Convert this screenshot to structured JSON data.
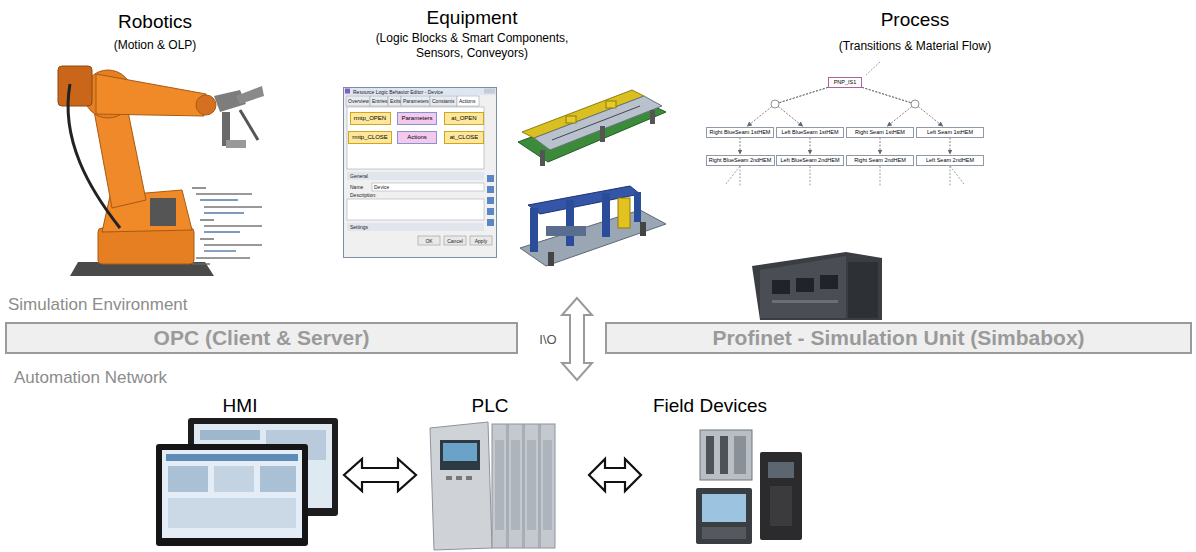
{
  "diagram": {
    "nodes": [
      {
        "text": [
          "Robotics",
          "(Motion & OLP)"
        ]
      },
      {
        "text": [
          "Equipment",
          "(Logic Blocks & Smart Components, Sensors, Conveyors)"
        ]
      },
      {
        "text": [
          "Resource Logic Behavior Editor - Device"
        ],
        "in": 1
      },
      {
        "text": [
          "rmtp_OPEN"
        ],
        "in": 2
      },
      {
        "text": [
          "Parameters"
        ],
        "in": 2
      },
      {
        "text": [
          "at_OPEN"
        ],
        "in": 2
      },
      {
        "text": [
          "rmtp_CLOSE"
        ],
        "in": 2
      },
      {
        "text": [
          "Actions"
        ],
        "in": 2
      },
      {
        "text": [
          "at_CLOSE"
        ],
        "in": 2
      },
      {
        "text": [
          "Process",
          "(Transitions & Material Flow)"
        ]
      },
      {
        "text": [
          "PNP_IS1"
        ],
        "in": 9
      },
      {
        "text": [
          "Right BlueSeam 1stHEM"
        ],
        "in": 9
      },
      {
        "text": [
          "Left BlueSeam 1stHEM"
        ],
        "in": 9
      },
      {
        "text": [
          "Right Seam 1stHEM"
        ],
        "in": 9
      },
      {
        "text": [
          "Left Seam 1stHEM"
        ],
        "in": 9
      },
      {
        "text": [
          "Right BlueSeam 2ndHEM"
        ],
        "in": 9
      },
      {
        "text": [
          "Left BlueSeam 2ndHEM"
        ],
        "in": 9
      },
      {
        "text": [
          "Right Seam 2ndHEM"
        ],
        "in": 9
      },
      {
        "text": [
          "Left Seam 2ndHEM"
        ],
        "in": 9
      },
      {
        "text": [
          "OPC (Client & Server)"
        ]
      },
      {
        "text": [
          "Profinet - Simulation Unit (Simbabox)"
        ]
      },
      {
        "text": [
          "HMI"
        ]
      },
      {
        "text": [
          "PLC"
        ]
      },
      {
        "text": [
          "Field Devices"
        ]
      }
    ],
    "edges": [
      {
        "from": 10,
        "to": 11,
        "arrow": "to"
      },
      {
        "from": 10,
        "to": 12,
        "arrow": "to"
      },
      {
        "from": 10,
        "to": 13,
        "arrow": "to"
      },
      {
        "from": 10,
        "to": 14,
        "arrow": "to"
      },
      {
        "from": 11,
        "to": 15,
        "arrow": "to"
      },
      {
        "from": 12,
        "to": 16,
        "arrow": "to"
      },
      {
        "from": 13,
        "to": 17,
        "arrow": "to"
      },
      {
        "from": 14,
        "to": 18,
        "arrow": "to"
      },
      {
        "from": 1,
        "to": 22,
        "label": "I\\O",
        "arrow": "both"
      },
      {
        "from": 21,
        "to": 22,
        "arrow": "both"
      },
      {
        "from": 22,
        "to": 23,
        "arrow": "both"
      }
    ],
    "labels": [
      "Simulation Environment",
      "Automation Network",
      "Overview",
      "Entries",
      "Exits",
      "Parameters",
      "Constants",
      "Actions",
      "General",
      "Name",
      "Device",
      "Description:",
      "Settings",
      "OK",
      "Cancel",
      "Apply"
    ]
  }
}
